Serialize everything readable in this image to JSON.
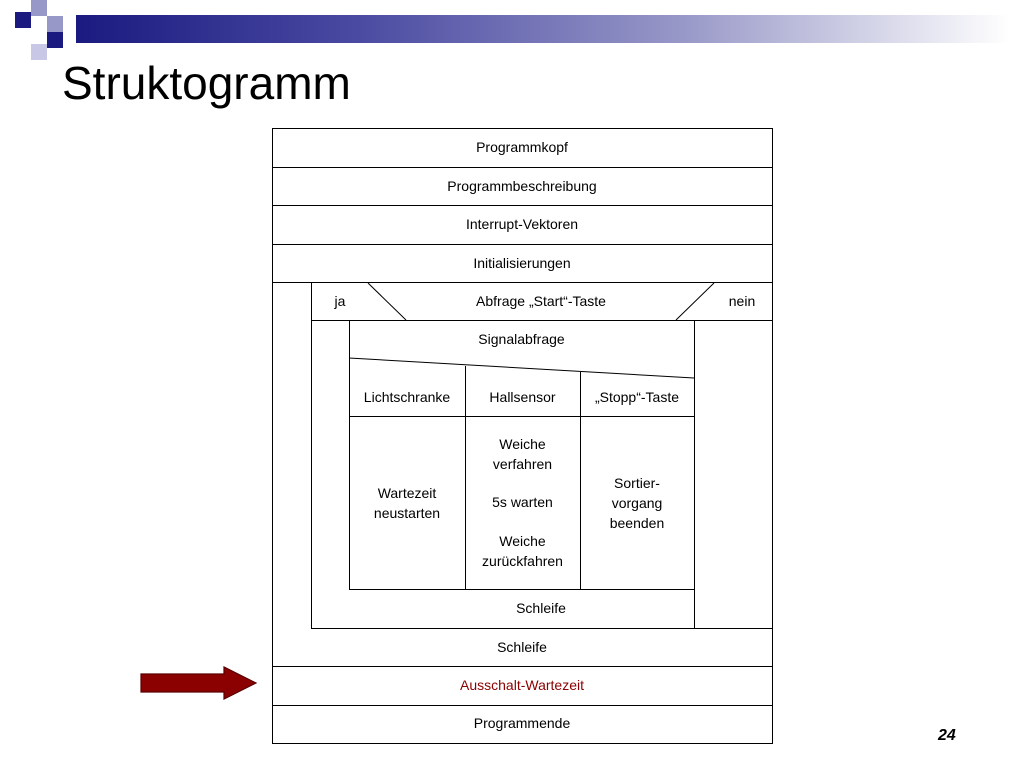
{
  "title": "Struktogramm",
  "page_number": "24",
  "colors": {
    "highlight": "#8b0000",
    "arrow": "#8b0000",
    "banner_dark": "#1a1a80"
  },
  "diagram": {
    "blocks": {
      "kopf": "Programmkopf",
      "beschreibung": "Programmbeschreibung",
      "interrupt": "Interrupt-Vektoren",
      "init": "Initialisierungen",
      "schleife_outer": "Schleife",
      "ausschalt": "Ausschalt-Wartezeit",
      "ende": "Programmende"
    },
    "decision": {
      "condition": "Abfrage „Start“-Taste",
      "yes": "ja",
      "no": "nein"
    },
    "inner_loop": {
      "case": "Signalabfrage",
      "options": [
        "Lichtschranke",
        "Hallsensor",
        "„Stopp“-Taste"
      ],
      "actions": {
        "lichtschranke": [
          "Wartezeit",
          "neustarten"
        ],
        "hallsensor": [
          "Weiche",
          "verfahren",
          "5s warten",
          "Weiche",
          "zurückfahren"
        ],
        "stopp": [
          "Sortier-",
          "vorgang",
          "beenden"
        ]
      },
      "loop_label": "Schleife"
    }
  }
}
